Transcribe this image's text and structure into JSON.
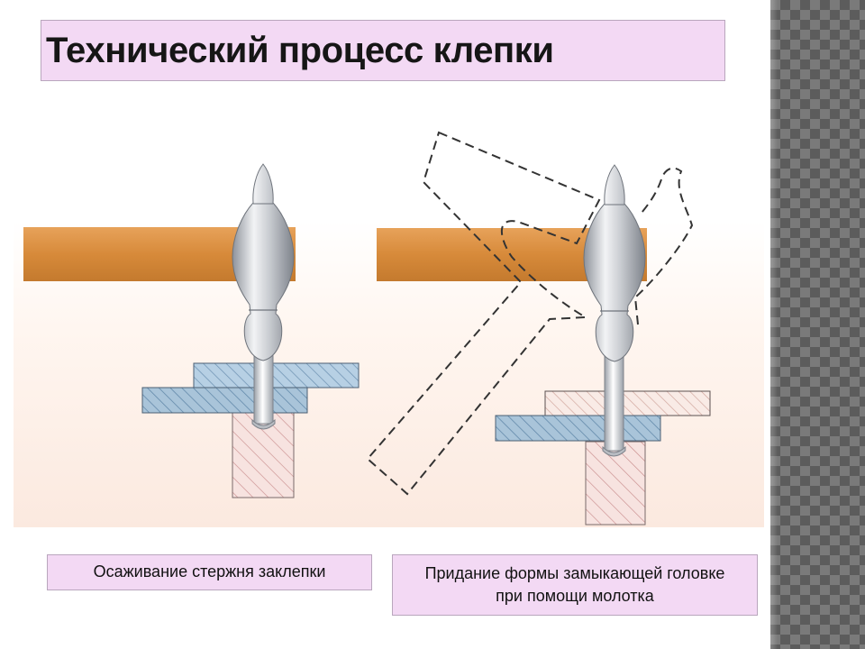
{
  "slide": {
    "title": "Технический процесс клепки"
  },
  "captions": {
    "left": "Осаживание стержня заклепки",
    "right_line1": "Придание формы замыкающей головке",
    "right_line2": "при помощи молотка"
  },
  "colors": {
    "title_background": "#f3d9f4",
    "hammer_handle": "#d78a3a",
    "upper_plate": "#a9c4d9",
    "lower_plate": "#a9c4d9",
    "anvil_hatch": "#d8a0a0",
    "rivet_metal": "#c9ccd1"
  }
}
